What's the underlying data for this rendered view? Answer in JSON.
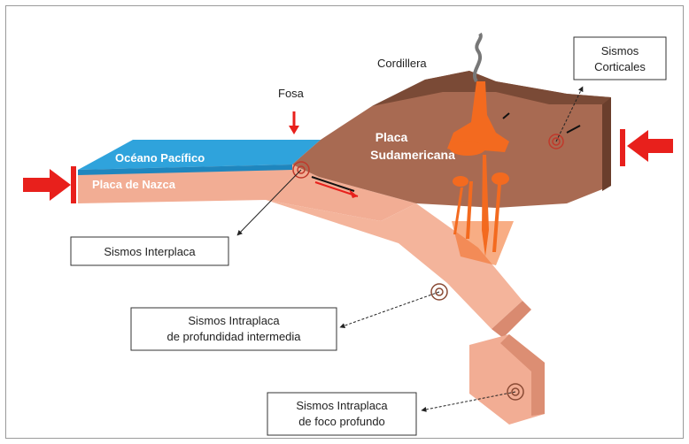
{
  "labels": {
    "cordillera": "Cordillera",
    "fosa": "Fosa",
    "oceano": "Océano Pacífico",
    "nazca": "Placa de Nazca",
    "sudamericana_1": "Placa",
    "sudamericana_2": "Sudamericana"
  },
  "callouts": {
    "corticales": [
      "Sismos",
      "Corticales"
    ],
    "interplaca": [
      "Sismos Interplaca"
    ],
    "intermedia": [
      "Sismos Intraplaca",
      "de profundidad intermedia"
    ],
    "profundo": [
      "Sismos Intraplaca",
      "de foco profundo"
    ]
  },
  "colors": {
    "ocean": "#2fa3dc",
    "nazca": "#f2ad94",
    "nazca_dark": "#d98a70",
    "continent": "#a86a52",
    "continent_dark": "#7a4a36",
    "magma": "#f36a1f",
    "arrow": "#e8201c"
  }
}
